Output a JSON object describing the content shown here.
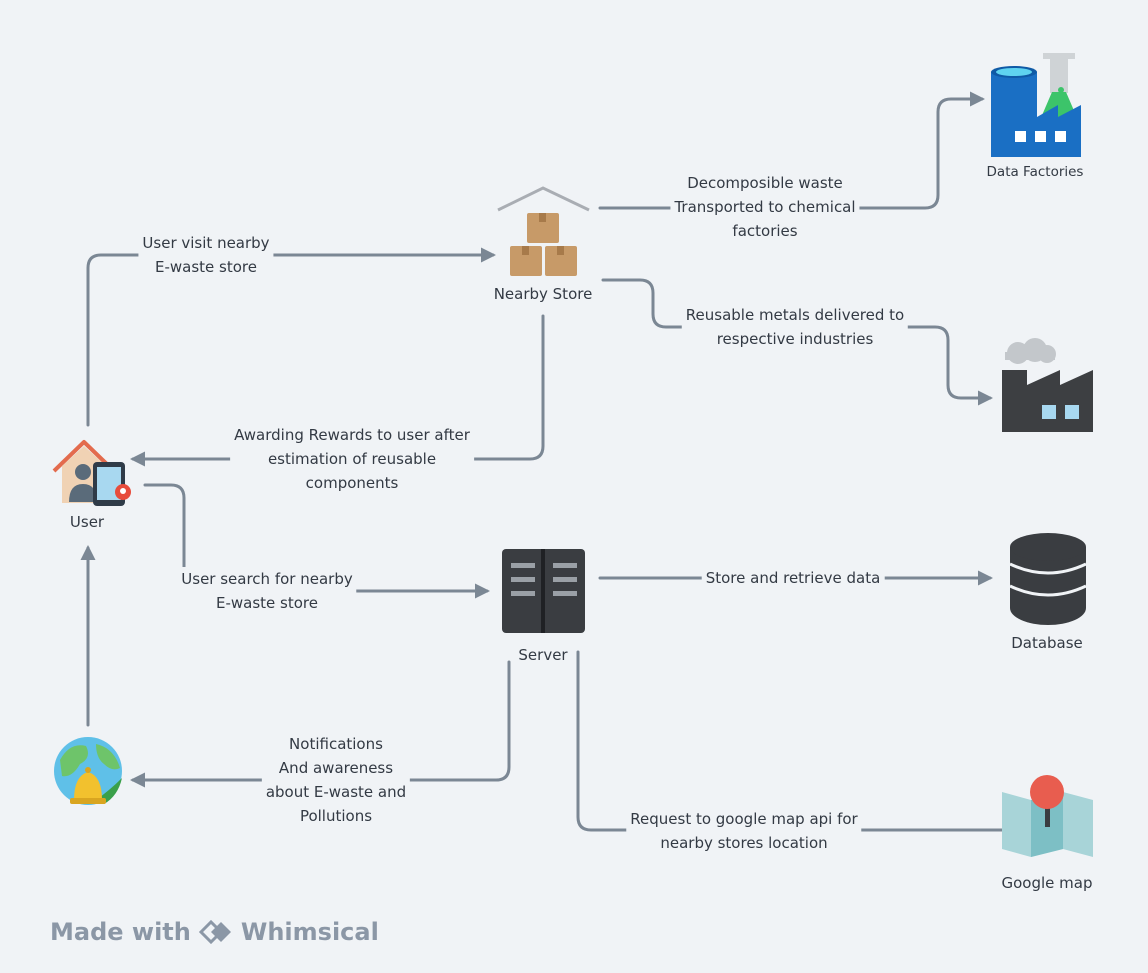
{
  "nodes": {
    "user": "User",
    "nearby_store": "Nearby Store",
    "server": "Server",
    "data_factories": "Data Factories",
    "database": "Database",
    "google_map": "Google map"
  },
  "edges": {
    "user_visit": "User visit nearby\nE-waste store",
    "decomposable": "Decomposible waste\nTransported to chemical\nfactories",
    "reusable_metals": "Reusable metals delivered to\nrespective industries",
    "awarding": "Awarding Rewards to user  after\nestimation of reusable\ncomponents",
    "user_search": "User search for nearby\nE-waste store",
    "store_retrieve": "Store and retrieve data",
    "notifications": "Notifications\nAnd awareness\nabout E-waste and\nPollutions",
    "request_google": "Request  to google map api for\nnearby stores location"
  },
  "watermark": {
    "prefix": "Made with",
    "brand": "Whimsical"
  },
  "colors": {
    "connector": "#7b8794",
    "background": "#f0f3f6"
  }
}
